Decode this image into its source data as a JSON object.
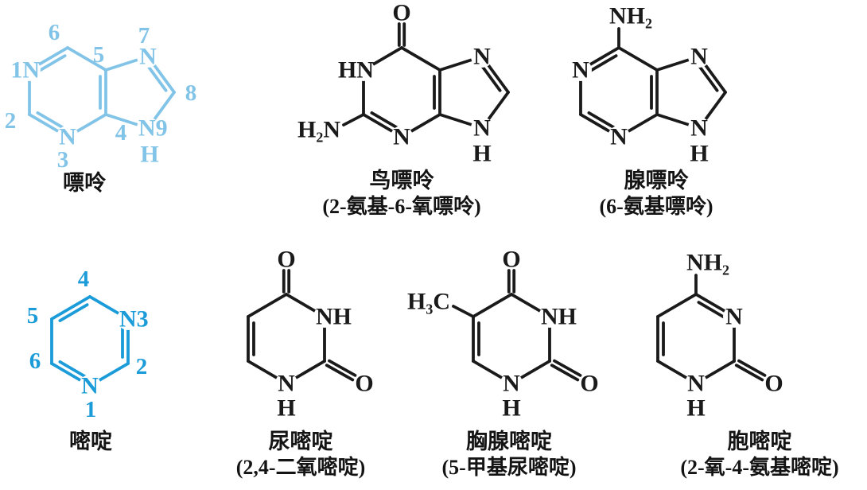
{
  "colors": {
    "purine_blue": "#82C4E7",
    "pyrimidine_blue": "#1B9CD9",
    "structure_black": "#1a1a1a",
    "background": "#ffffff"
  },
  "purine": {
    "caption": "嘌呤",
    "atoms": {
      "n1": "1N",
      "n3": "N",
      "n7": "N",
      "n9": "N9",
      "h9": "H"
    },
    "numbers": {
      "c2": "2",
      "n3": "3",
      "c4": "4",
      "c5": "5",
      "c6": "6",
      "n7": "7",
      "c8": "8"
    }
  },
  "guanine": {
    "caption": "鸟嘌呤",
    "sub": "(2-氨基-6-氧嘌呤)",
    "atoms": {
      "o6": "O",
      "n1": "HN",
      "amine": "H₂N",
      "n3": "N",
      "n7": "N",
      "n9": "N",
      "h9": "H"
    }
  },
  "adenine": {
    "caption": "腺嘌呤",
    "sub": "(6-氨基嘌呤)",
    "atoms": {
      "amine": "NH₂",
      "n1": "N",
      "n3": "N",
      "n7": "N",
      "n9": "N",
      "h9": "H"
    }
  },
  "pyrimidine": {
    "caption": "嘧啶",
    "atoms": {
      "n3": "N3",
      "n1": "N"
    },
    "numbers": {
      "n1": "1",
      "c2": "2",
      "c4": "4",
      "c5": "5",
      "c6": "6"
    }
  },
  "uracil": {
    "caption": "尿嘧啶",
    "sub": "(2,4-二氧嘧啶)",
    "atoms": {
      "o4": "O",
      "n3": "NH",
      "o2": "O",
      "n1": "N",
      "h1": "H"
    }
  },
  "thymine": {
    "caption": "胸腺嘧啶",
    "sub": "(5-甲基尿嘧啶)",
    "atoms": {
      "methyl": "H₃C",
      "o4": "O",
      "n3": "NH",
      "o2": "O",
      "n1": "N",
      "h1": "H"
    }
  },
  "cytosine": {
    "caption": "胞嘧啶",
    "sub": "(2-氧-4-氨基嘧啶)",
    "atoms": {
      "amine": "NH₂",
      "n3": "N",
      "o2": "O",
      "n1": "N",
      "h1": "H"
    }
  }
}
